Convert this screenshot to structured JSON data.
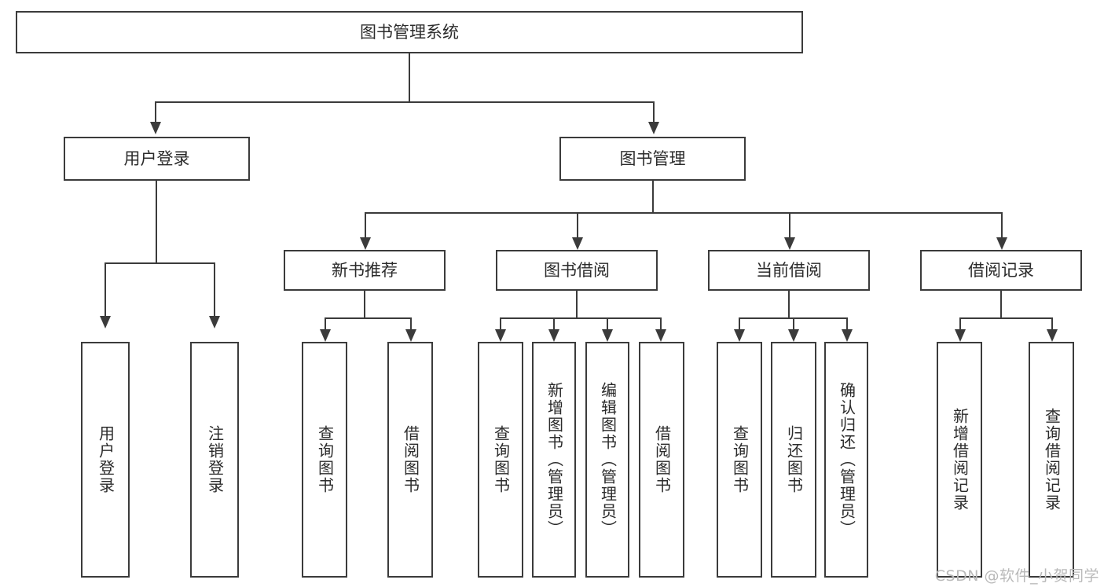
{
  "diagram": {
    "title": "图书管理系统",
    "type": "tree",
    "root": {
      "label": "图书管理系统"
    },
    "level2": [
      {
        "label": "用户登录"
      },
      {
        "label": "图书管理"
      }
    ],
    "level3": [
      {
        "label": "新书推荐"
      },
      {
        "label": "图书借阅"
      },
      {
        "label": "当前借阅"
      },
      {
        "label": "借阅记录"
      }
    ],
    "leaves": [
      {
        "label": "用户登录",
        "parent": "用户登录"
      },
      {
        "label": "注销登录",
        "parent": "用户登录"
      },
      {
        "label": "查询图书",
        "parent": "新书推荐"
      },
      {
        "label": "借阅图书",
        "parent": "新书推荐"
      },
      {
        "label": "查询图书",
        "parent": "图书借阅"
      },
      {
        "label": "新增图书（管理员）",
        "parent": "图书借阅"
      },
      {
        "label": "编辑图书（管理员）",
        "parent": "图书借阅"
      },
      {
        "label": "借阅图书",
        "parent": "图书借阅"
      },
      {
        "label": "查询图书",
        "parent": "当前借阅"
      },
      {
        "label": "归还图书",
        "parent": "当前借阅"
      },
      {
        "label": "确认归还（管理员）",
        "parent": "当前借阅"
      },
      {
        "label": "新增借阅记录",
        "parent": "借阅记录"
      },
      {
        "label": "查询借阅记录",
        "parent": "借阅记录"
      }
    ]
  },
  "watermark": {
    "text": "CSDN @软件_小贺同学"
  },
  "colors": {
    "stroke": "#3b3b3b",
    "text": "#2b2b2b",
    "background": "#ffffff",
    "watermark": "#b9b9b9"
  }
}
